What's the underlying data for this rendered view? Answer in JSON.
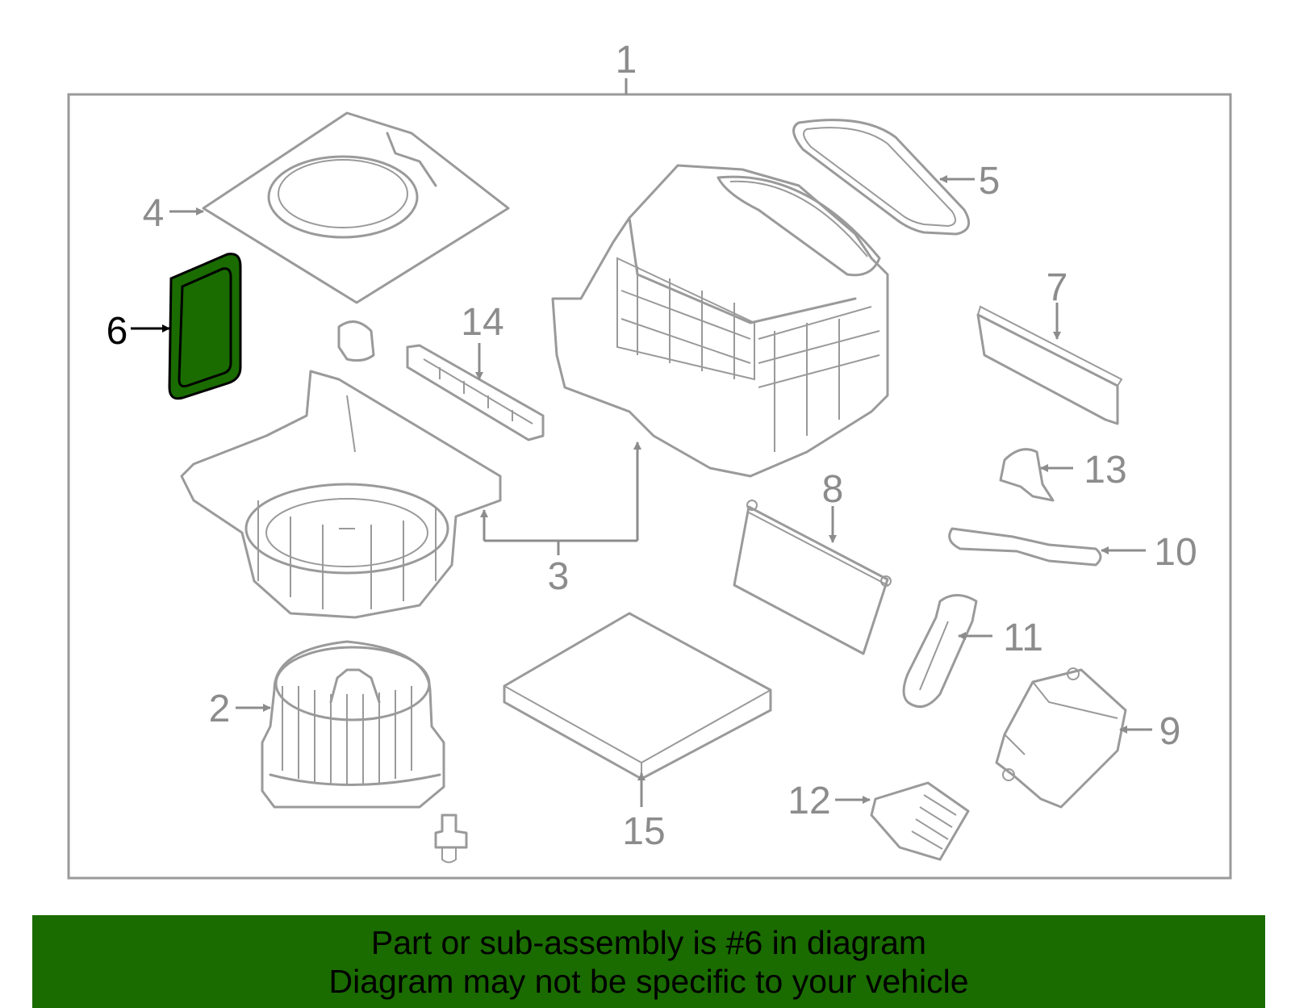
{
  "callouts": {
    "c1": "1",
    "c2": "2",
    "c3": "3",
    "c4": "4",
    "c5": "5",
    "c6": "6",
    "c7": "7",
    "c8": "8",
    "c9": "9",
    "c10": "10",
    "c11": "11",
    "c12": "12",
    "c13": "13",
    "c14": "14",
    "c15": "15"
  },
  "highlighted_part": "6",
  "colors": {
    "highlight": "#1a6b00",
    "line": "#9a9a9a",
    "banner": "#1a6b00"
  },
  "banner": {
    "line1": "Part or sub-assembly is #6 in diagram",
    "line2": "Diagram may not be specific to your vehicle"
  }
}
